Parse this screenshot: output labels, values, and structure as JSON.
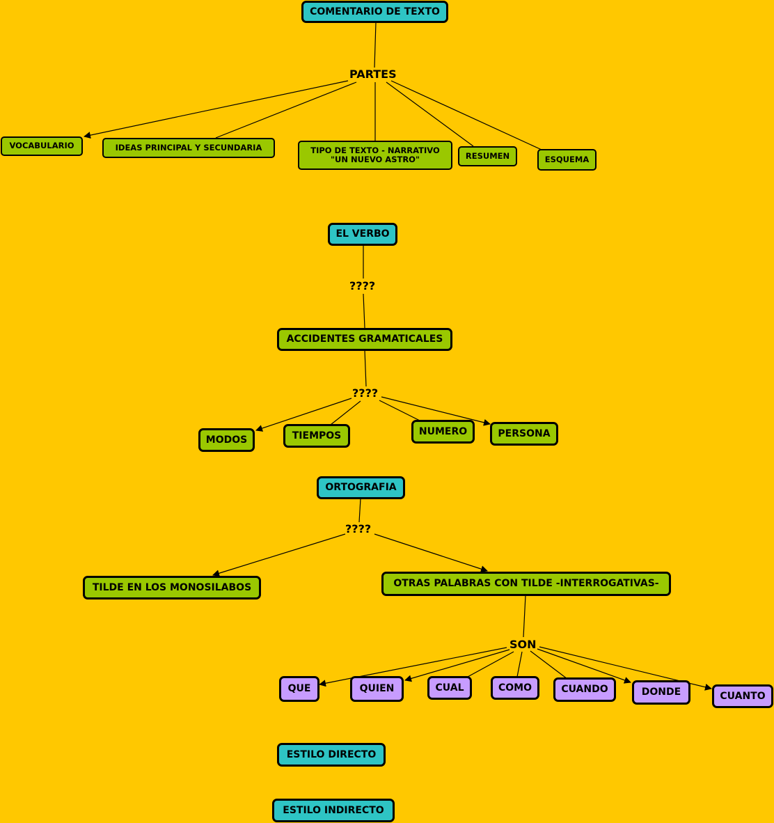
{
  "map": {
    "comentario": {
      "title": "COMENTARIO DE TEXTO",
      "link": "PARTES",
      "vocabulario": "VOCABULARIO",
      "ideas": "IDEAS PRINCIPAL Y SECUNDARIA",
      "tipo_line1": "TIPO DE TEXTO - NARRATIVO",
      "tipo_line2": "\"UN NUEVO ASTRO\"",
      "resumen": "RESUMEN",
      "esquema": "ESQUEMA"
    },
    "verbo": {
      "title": "EL VERBO",
      "link1": "????",
      "accidentes": "ACCIDENTES GRAMATICALES",
      "link2": "????",
      "modos": "MODOS",
      "tiempos": "TIEMPOS",
      "numero": "NUMERO",
      "persona": "PERSONA"
    },
    "ortografia": {
      "title": "ORTOGRAFIA",
      "link": "????",
      "tilde": "TILDE EN LOS MONOSILABOS",
      "otras": "OTRAS PALABRAS CON TILDE -INTERROGATIVAS-",
      "son": "SON",
      "que": "QUE",
      "quien": "QUIEN",
      "cual": "CUAL",
      "como": "COMO",
      "cuando": "CUANDO",
      "donde": "DONDE",
      "cuanto": "CUANTO"
    },
    "estilo_directo": "ESTILO DIRECTO",
    "estilo_indirecto": "ESTILO INDIRECTO"
  },
  "colors": {
    "background": "#FFC800",
    "root_node": "#2EC4C4",
    "concept_node": "#9AC800",
    "leaf_node": "#C79CFF"
  }
}
